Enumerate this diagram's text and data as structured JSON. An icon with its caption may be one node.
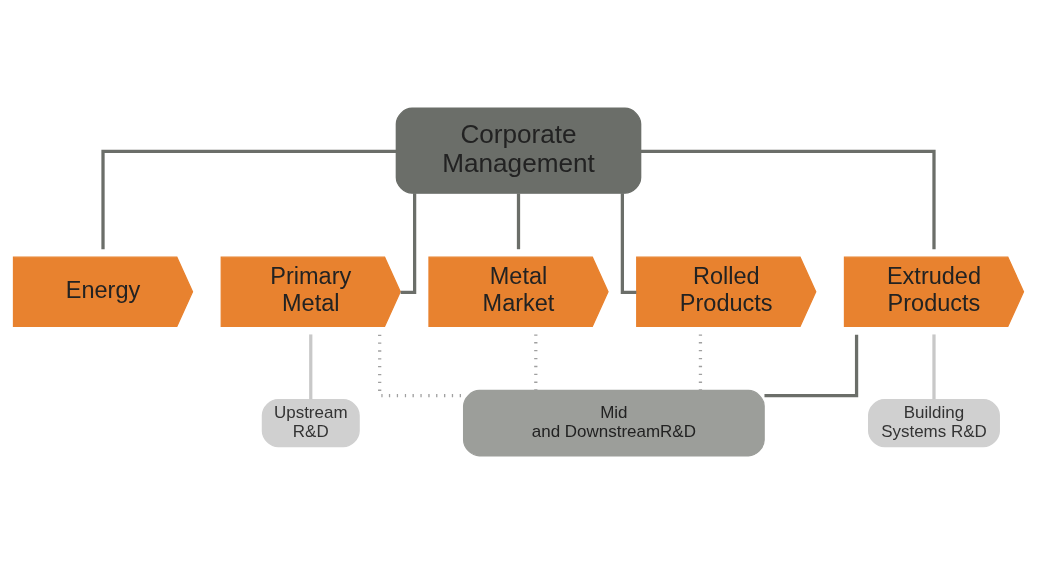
{
  "diagram": {
    "nodes": [
      {
        "text": [
          "Corporate Management"
        ]
      },
      {
        "text": [
          "Energy"
        ]
      },
      {
        "text": [
          "Primary Metal"
        ]
      },
      {
        "text": [
          "Metal Market"
        ]
      },
      {
        "text": [
          "Extruded Products"
        ]
      },
      {
        "text": [
          "Rolled Products"
        ]
      },
      {
        "text": [
          "Upstream R&D"
        ]
      },
      {
        "text": [
          "Building Systems R&D"
        ]
      },
      {
        "text": [
          "Mid and DownstreamR&D"
        ]
      }
    ],
    "edges": [
      {
        "from": 0,
        "to": 1,
        "arrow": "none"
      },
      {
        "from": 0,
        "to": 2,
        "arrow": "none"
      },
      {
        "from": 0,
        "to": 3,
        "arrow": "none"
      },
      {
        "from": 0,
        "to": 4,
        "arrow": "none"
      },
      {
        "from": 0,
        "to": 5,
        "arrow": "none"
      },
      {
        "from": 2,
        "to": 6,
        "arrow": "none",
        "color": "#c8c8c8"
      },
      {
        "from": 4,
        "to": 7,
        "arrow": "none",
        "color": "#c8c8c8"
      },
      {
        "from": 4,
        "to": 8,
        "arrow": "none"
      },
      {
        "from": 2,
        "to": 8,
        "arrow": "none",
        "style": "dashed",
        "color": "#a0a0a0"
      },
      {
        "from": 3,
        "to": 8,
        "arrow": "none",
        "style": "dashed",
        "color": "#a0a0a0"
      },
      {
        "from": 5,
        "to": 8,
        "arrow": "none",
        "style": "dashed",
        "color": "#a0a0a0"
      }
    ]
  }
}
